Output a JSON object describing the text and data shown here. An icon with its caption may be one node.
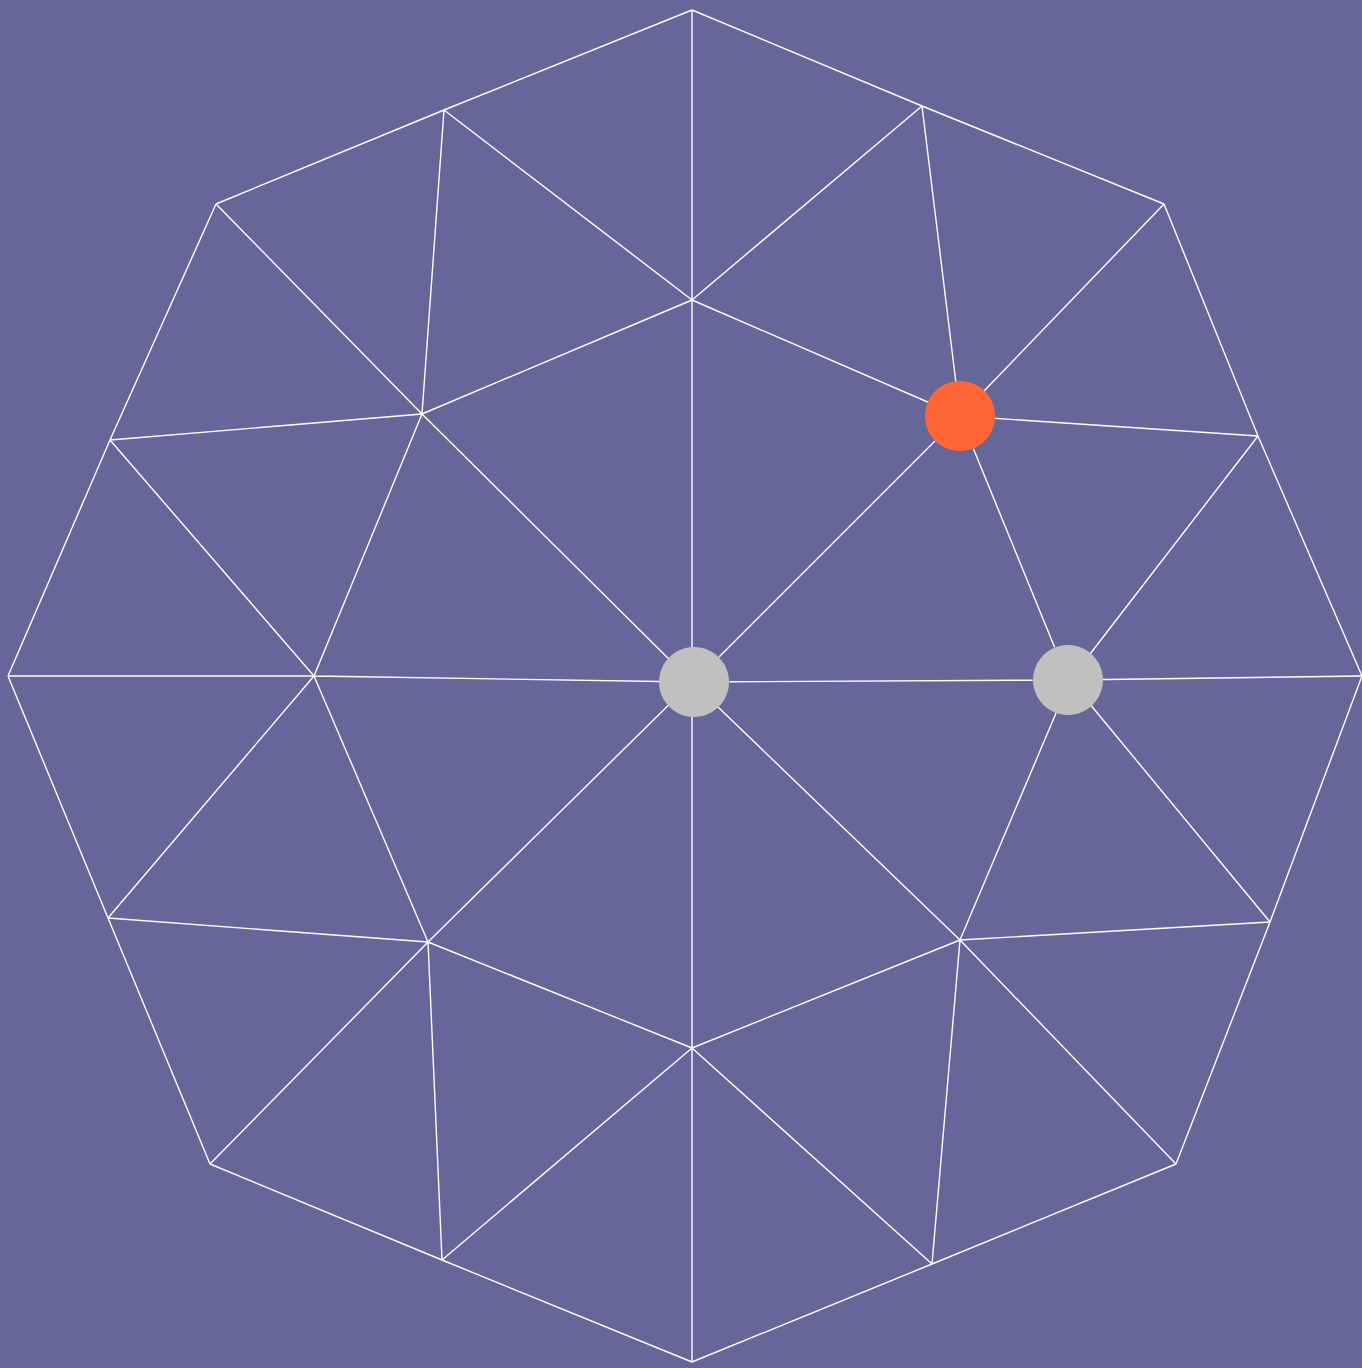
{
  "diagram": {
    "nodes": [
      {
        "text": [],
        "shape": "circle"
      },
      {
        "text": [],
        "shape": "circle"
      },
      {
        "text": [],
        "shape": "circle"
      }
    ],
    "edges": [
      {
        "from": 1,
        "to": 0,
        "arrow": "none"
      },
      {
        "from": 1,
        "to": 2,
        "arrow": "none"
      },
      {
        "from": 0,
        "to": 2,
        "arrow": "none"
      }
    ]
  }
}
